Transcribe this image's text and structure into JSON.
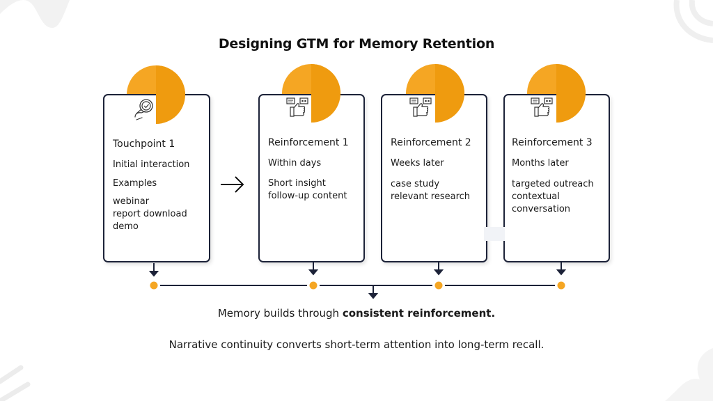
{
  "title": "Designing GTM for Memory Retention",
  "colors": {
    "accent_light": "#f5a623",
    "accent_dark": "#ef9b0f",
    "border": "#1c2238",
    "timeline_dot": "#f5a623"
  },
  "cards": [
    {
      "icon": "touch-check-icon",
      "title": "Touchpoint 1",
      "lines": [
        "Initial interaction",
        "Examples"
      ],
      "details": [
        "webinar",
        "report download",
        "demo"
      ]
    },
    {
      "icon": "feedback-thumbs-up-icon",
      "title": "Reinforcement 1",
      "lines": [
        "Within days"
      ],
      "details": [
        "Short insight",
        "follow-up content"
      ]
    },
    {
      "icon": "feedback-thumbs-up-icon",
      "title": "Reinforcement 2",
      "lines": [
        "Weeks later"
      ],
      "details": [
        "case study",
        "relevant research"
      ]
    },
    {
      "icon": "feedback-thumbs-up-icon",
      "title": "Reinforcement 3",
      "lines": [
        "Months later"
      ],
      "details": [
        "targeted outreach",
        "contextual",
        "conversation"
      ]
    }
  ],
  "summary": {
    "prefix": "Memory builds through ",
    "emphasis": "consistent reinforcement."
  },
  "footer": "Narrative continuity converts short-term attention into long-term recall."
}
